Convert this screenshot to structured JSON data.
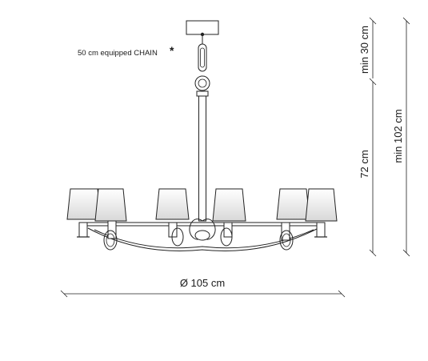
{
  "chain_note": "50 cm equipped CHAIN",
  "chain_note_marker": "*",
  "dimensions": {
    "diameter": "Ø 105 cm",
    "height_body": "72 cm",
    "height_chain": "min 30 cm",
    "height_total": "min 102 cm"
  },
  "colors": {
    "line": "#222222",
    "shade_top": "#ffffff",
    "shade_bottom": "#dcdcdc"
  }
}
